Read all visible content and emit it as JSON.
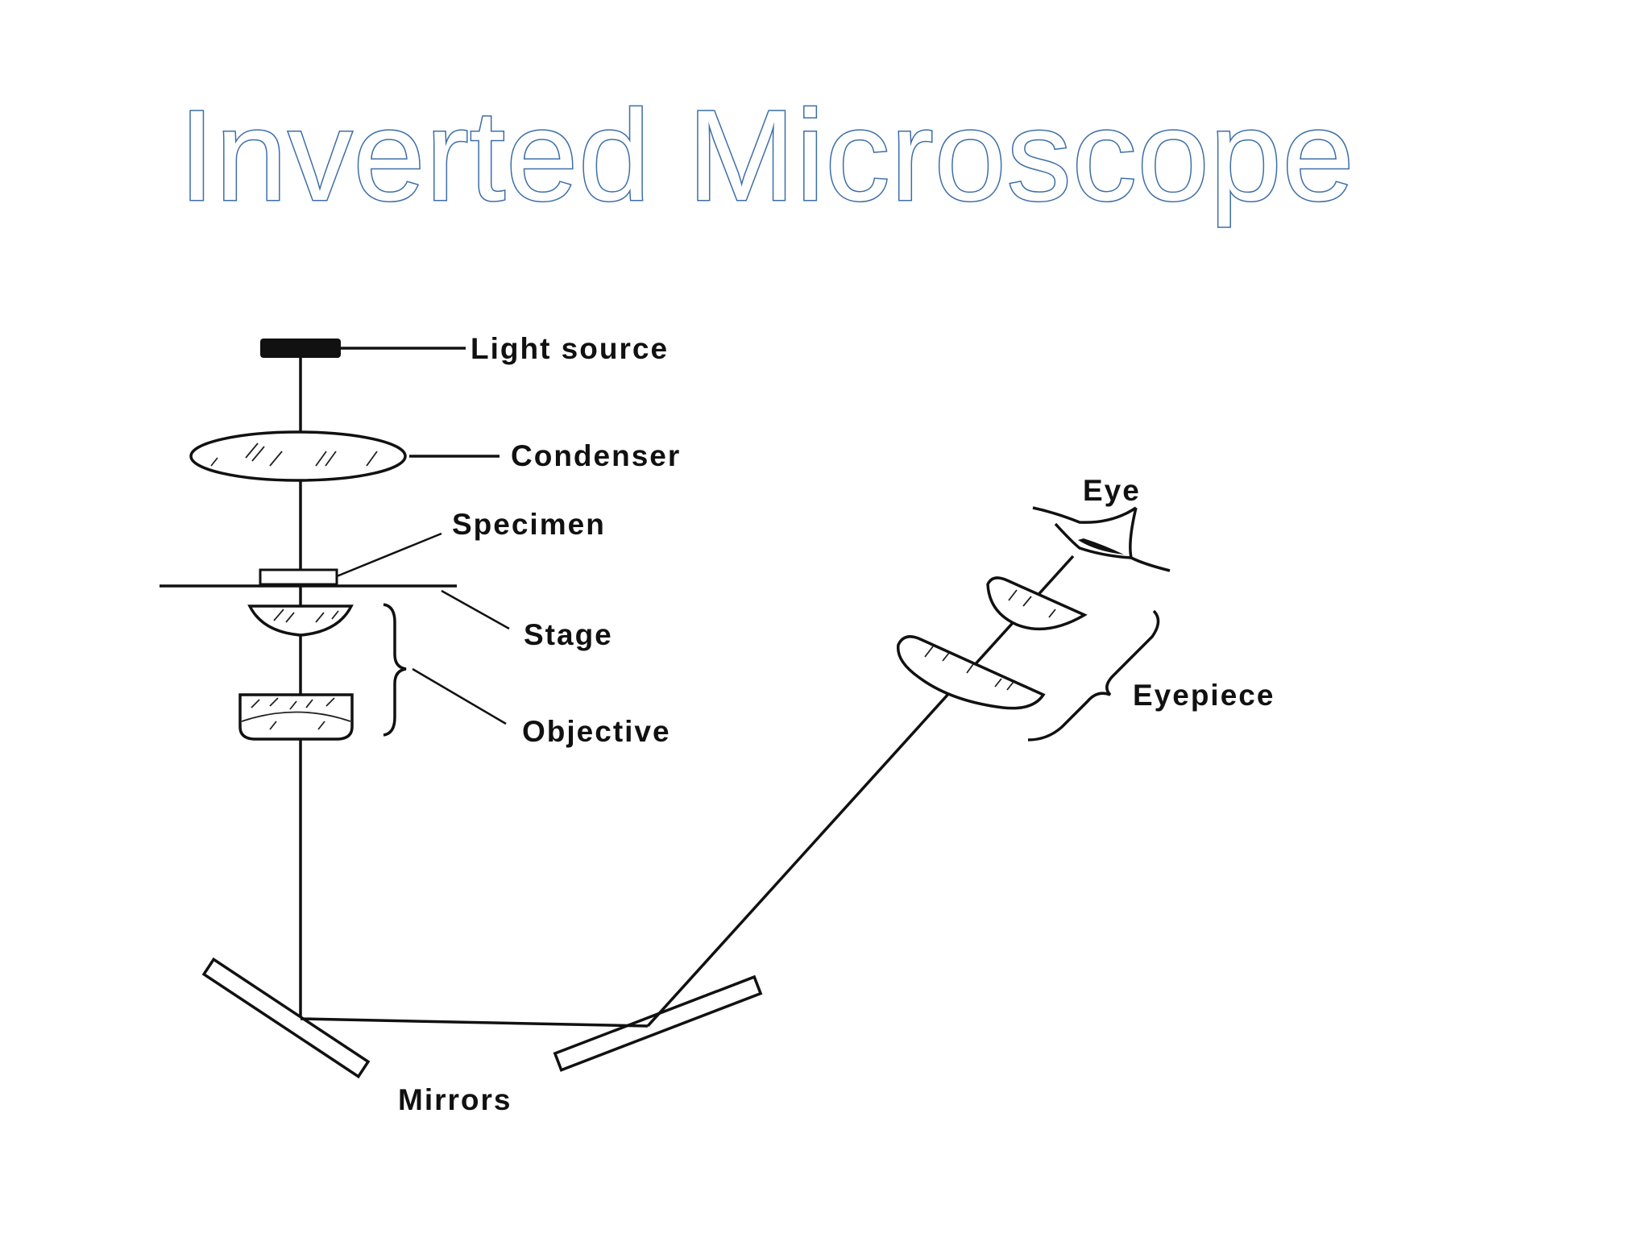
{
  "title": "Inverted Microscope",
  "labels": {
    "light_source": "Light source",
    "condenser": "Condenser",
    "specimen": "Specimen",
    "stage": "Stage",
    "objective": "Objective",
    "eye": "Eye",
    "eyepiece": "Eyepiece",
    "mirrors": "Mirrors"
  },
  "colors": {
    "title_outline": "#3d6fa8",
    "lines": "#111111",
    "background": "#ffffff"
  }
}
